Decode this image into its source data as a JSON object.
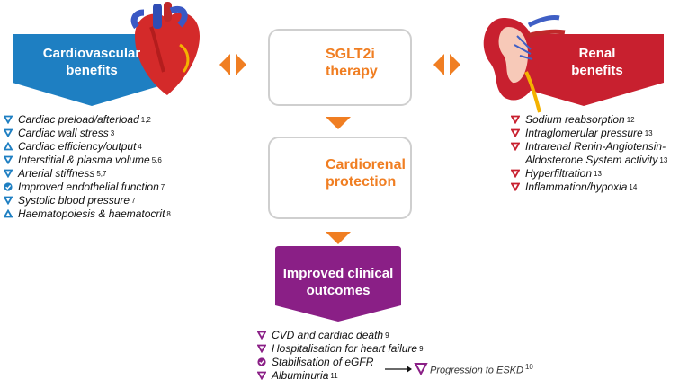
{
  "cardio": {
    "title_line1": "Cardiovascular",
    "title_line2": "benefits",
    "color": "#1e7fc2",
    "items": [
      {
        "label": "Cardiac preload/afterload",
        "ref": "1,2",
        "icon": "down-triangle"
      },
      {
        "label": "Cardiac wall stress",
        "ref": "3",
        "icon": "down-triangle"
      },
      {
        "label": "Cardiac efficiency/output",
        "ref": "4",
        "icon": "up-triangle"
      },
      {
        "label": "Interstitial & plasma volume",
        "ref": "5,6",
        "icon": "down-triangle"
      },
      {
        "label": "Arterial stiffness",
        "ref": "5,7",
        "icon": "down-triangle"
      },
      {
        "label": "Improved endothelial function",
        "ref": "7",
        "icon": "check-circle"
      },
      {
        "label": "Systolic blood pressure",
        "ref": "7",
        "icon": "down-triangle"
      },
      {
        "label": "Haematopoiesis & haematocrit",
        "ref": "8",
        "icon": "up-triangle"
      }
    ]
  },
  "renal": {
    "title_line1": "Renal",
    "title_line2": "benefits",
    "color": "#c8202f",
    "items": [
      {
        "label": "Sodium reabsorption",
        "ref": "12",
        "icon": "down-triangle"
      },
      {
        "label": "Intraglomerular pressure",
        "ref": "13",
        "icon": "down-triangle"
      },
      {
        "label": "Intrarenal Renin-Angiotensin-",
        "ref": "",
        "icon": "down-triangle"
      },
      {
        "label": "Aldosterone System activity",
        "ref": "13",
        "icon": ""
      },
      {
        "label": "Hyperfiltration",
        "ref": "13",
        "icon": "down-triangle"
      },
      {
        "label": "Inflammation/hypoxia",
        "ref": "14",
        "icon": "down-triangle"
      }
    ]
  },
  "therapy": {
    "line1": "SGLT2i",
    "line2": "therapy"
  },
  "protection": {
    "line1": "Cardiorenal",
    "line2": "protection"
  },
  "outcomes": {
    "title_line1": "Improved clinical",
    "title_line2": "outcomes",
    "color": "#8a1f86",
    "items": [
      {
        "label": "CVD and cardiac death",
        "ref": "9",
        "icon": "down-triangle"
      },
      {
        "label": "Hospitalisation for heart failure",
        "ref": "9",
        "icon": "down-triangle"
      },
      {
        "label": "Stabilisation of eGFR",
        "ref": "",
        "icon": "check-circle"
      },
      {
        "label": "Albuminuria",
        "ref": "11",
        "icon": "down-triangle"
      }
    ],
    "side_label": "Progression to ESKD",
    "side_ref": "10"
  },
  "colors": {
    "orange": "#f07e22",
    "blue": "#1e7fc2",
    "red": "#c8202f",
    "purple": "#8a1f86"
  },
  "icons": [
    "heart-icon",
    "kidney-icon",
    "pill-bottle-icon",
    "shield-plus-icon",
    "double-arrow-icon",
    "down-arrow-icon"
  ]
}
